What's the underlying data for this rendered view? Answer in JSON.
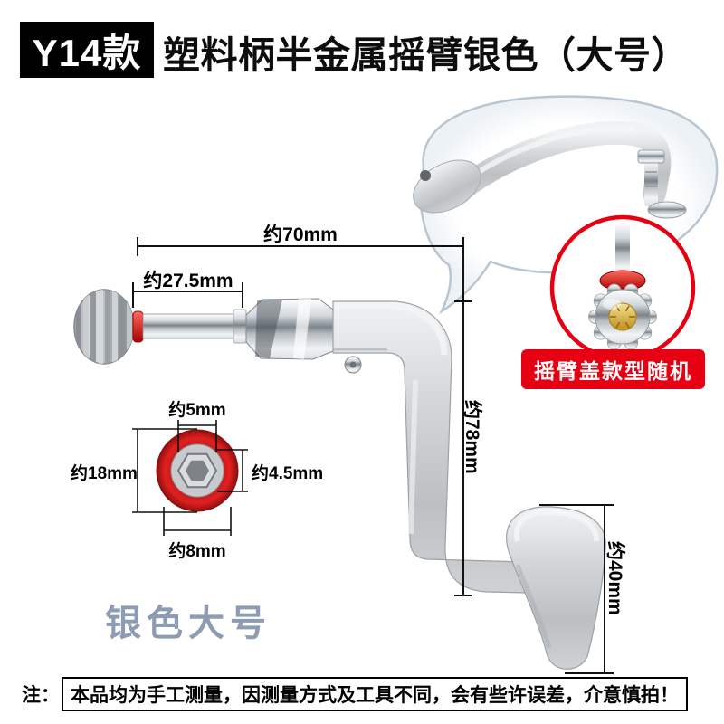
{
  "header": {
    "badge": "Y14款",
    "title": "塑料柄半金属摇臂银色（大号）"
  },
  "bubble": {
    "callout_label": "摇臂盖款型随机"
  },
  "dimensions": {
    "total_length": "约70mm",
    "shaft_length": "约27.5mm",
    "arm_height": "约78mm",
    "knob_height": "约40mm",
    "hex_top_width": "约5mm",
    "washer_outer_diameter": "约18mm",
    "hex_across_flats": "约4.5mm",
    "inner_diameter": "约8mm"
  },
  "labels": {
    "variant": "银色大号"
  },
  "note": {
    "prefix": "注：",
    "boxed": "本品均为手工测量，因测量方式及工具不同，会有些许误差，介意慎拍！"
  },
  "colors": {
    "accent_red": "#e60012",
    "badge_bg": "#000000",
    "variant_text": "#8d9cb3"
  }
}
